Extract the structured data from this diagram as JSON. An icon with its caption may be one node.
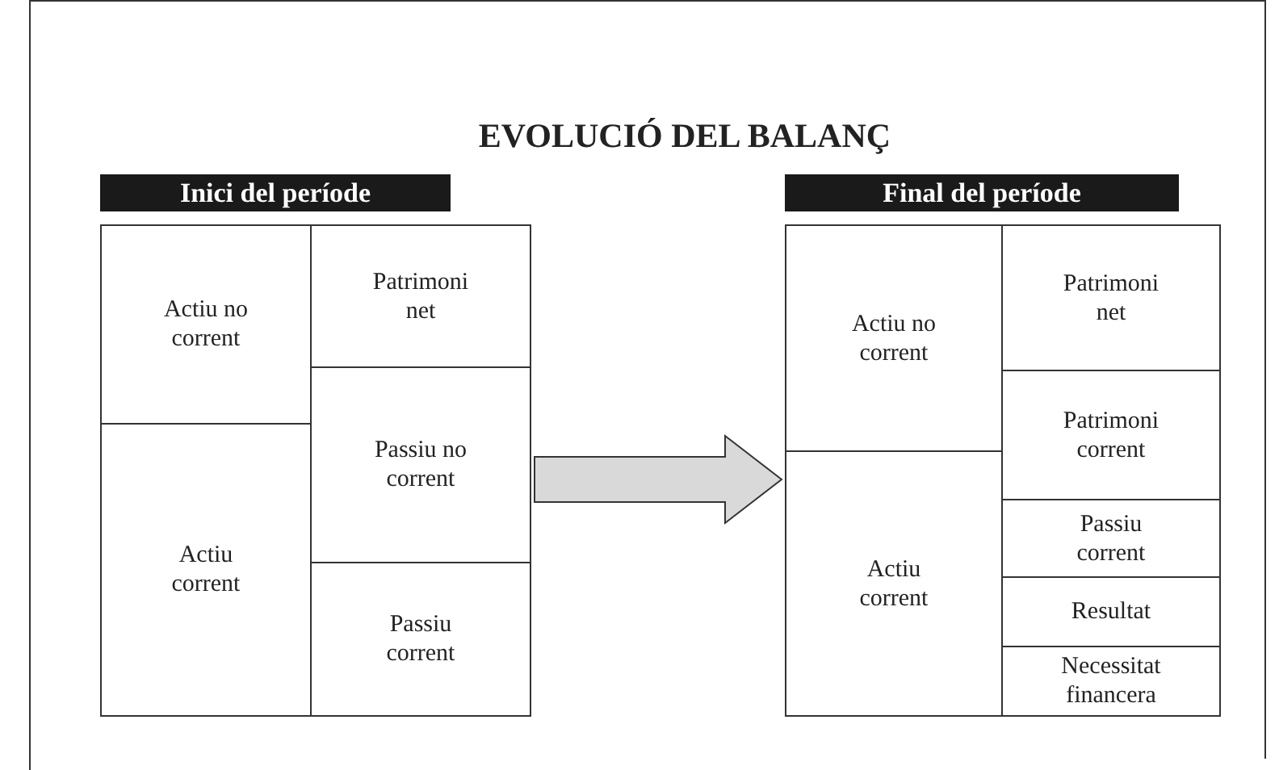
{
  "diagram": {
    "title": "EVOLUCIÓ DEL BALANÇ",
    "nodes": [
      {
        "text": [
          "Inici del període"
        ]
      },
      {
        "text": [
          "Actiu no corrent"
        ],
        "in": 0
      },
      {
        "text": [
          "Actiu corrent"
        ],
        "in": 0
      },
      {
        "text": [
          "Patrimoni net"
        ],
        "in": 0
      },
      {
        "text": [
          "Passiu no corrent"
        ],
        "in": 0
      },
      {
        "text": [
          "Passiu corrent"
        ],
        "in": 0
      },
      {
        "text": [
          "Final del període"
        ]
      },
      {
        "text": [
          "Actiu no corrent"
        ],
        "in": 6
      },
      {
        "text": [
          "Actiu corrent"
        ],
        "in": 6
      },
      {
        "text": [
          "Patrimoni net"
        ],
        "in": 6
      },
      {
        "text": [
          "Patrimoni corrent"
        ],
        "in": 6
      },
      {
        "text": [
          "Passiu corrent"
        ],
        "in": 6
      },
      {
        "text": [
          "Resultat"
        ],
        "in": 6
      },
      {
        "text": [
          "Necessitat financera"
        ],
        "in": 6
      }
    ],
    "edges": [
      {
        "from": 0,
        "to": 6,
        "arrow": "to"
      }
    ]
  }
}
